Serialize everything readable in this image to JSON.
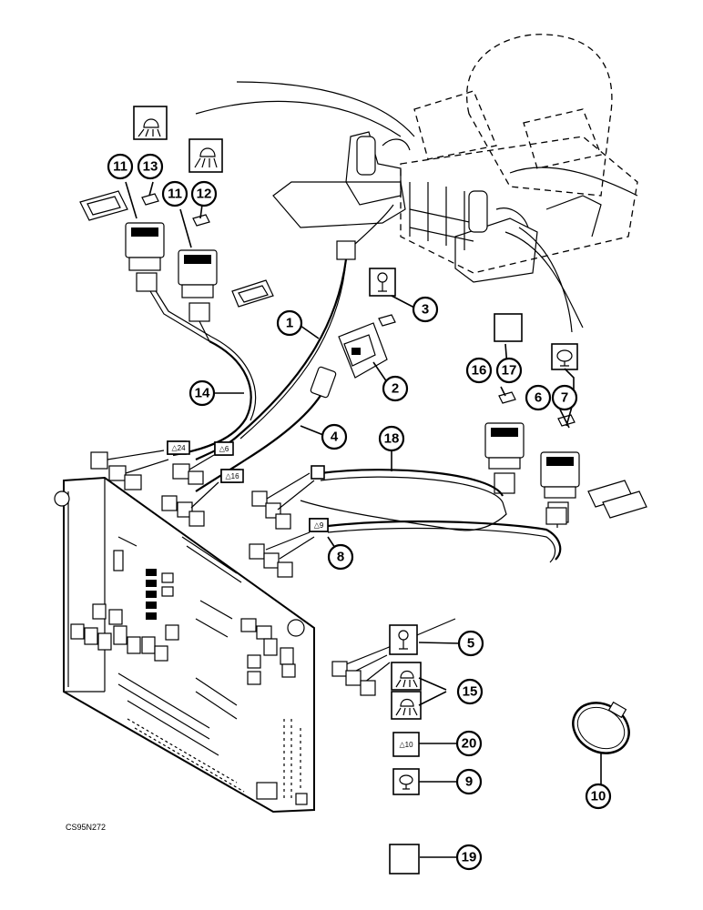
{
  "figure": {
    "reference_code": "CS95N272",
    "callouts": [
      {
        "id": "c1",
        "label": "1"
      },
      {
        "id": "c2",
        "label": "2"
      },
      {
        "id": "c3",
        "label": "3"
      },
      {
        "id": "c4",
        "label": "4"
      },
      {
        "id": "c5",
        "label": "5"
      },
      {
        "id": "c6",
        "label": "6"
      },
      {
        "id": "c7",
        "label": "7"
      },
      {
        "id": "c8",
        "label": "8"
      },
      {
        "id": "c9",
        "label": "9"
      },
      {
        "id": "c10",
        "label": "10"
      },
      {
        "id": "c11a",
        "label": "11"
      },
      {
        "id": "c11b",
        "label": "11"
      },
      {
        "id": "c12",
        "label": "12"
      },
      {
        "id": "c13",
        "label": "13"
      },
      {
        "id": "c14",
        "label": "14"
      },
      {
        "id": "c15",
        "label": "15"
      },
      {
        "id": "c16",
        "label": "16"
      },
      {
        "id": "c17",
        "label": "17"
      },
      {
        "id": "c18",
        "label": "18"
      },
      {
        "id": "c19",
        "label": "19"
      },
      {
        "id": "c20",
        "label": "20"
      }
    ],
    "harness_tags": [
      {
        "id": "t24",
        "label": "24"
      },
      {
        "id": "t6",
        "label": "6"
      },
      {
        "id": "t16",
        "label": "16"
      },
      {
        "id": "t9",
        "label": "9"
      },
      {
        "id": "t10",
        "label": "10"
      }
    ]
  }
}
